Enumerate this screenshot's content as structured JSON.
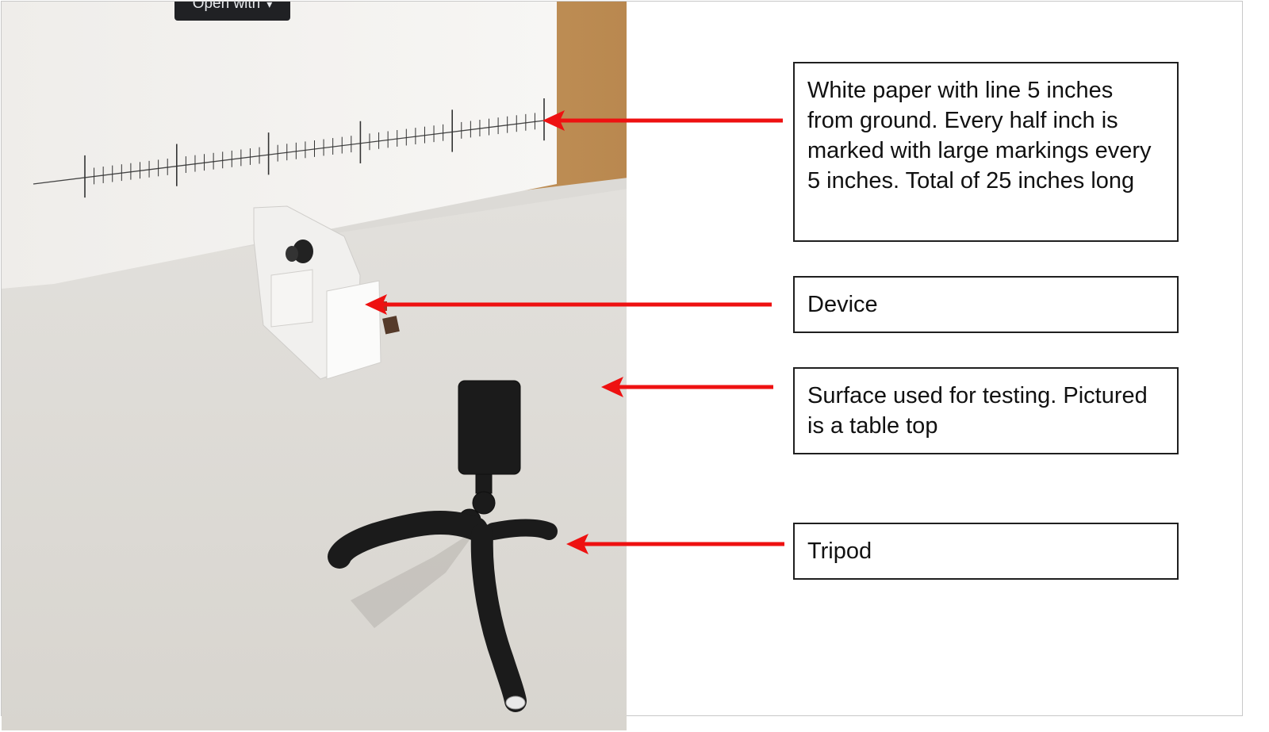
{
  "toolbar": {
    "open_with_label": "Open with",
    "open_with_caret": "▾"
  },
  "photo": {
    "subjects": [
      "white-paper-scale",
      "device",
      "table-surface",
      "tripod"
    ],
    "scale_line": {
      "length_inches": 25,
      "minor_mark_every_inches": 0.5,
      "major_mark_every_inches": 5,
      "height_from_ground_inches": 5
    }
  },
  "annotations": [
    {
      "id": "paper",
      "text": "White paper with line 5 inches from ground. Every half inch is marked with large markings every 5 inches. Total of 25 inches long"
    },
    {
      "id": "device",
      "text": "Device"
    },
    {
      "id": "surface",
      "text": "Surface used for testing. Pictured is a table top"
    },
    {
      "id": "tripod",
      "text": "Tripod"
    }
  ],
  "colors": {
    "arrow": "#ee1111",
    "box_border": "#1f1f1f",
    "wall": "#c89a62",
    "table": "#dedbd5",
    "paper": "#f4f3f1",
    "tripod": "#1b1b1b",
    "open_with_bg": "#202124"
  }
}
